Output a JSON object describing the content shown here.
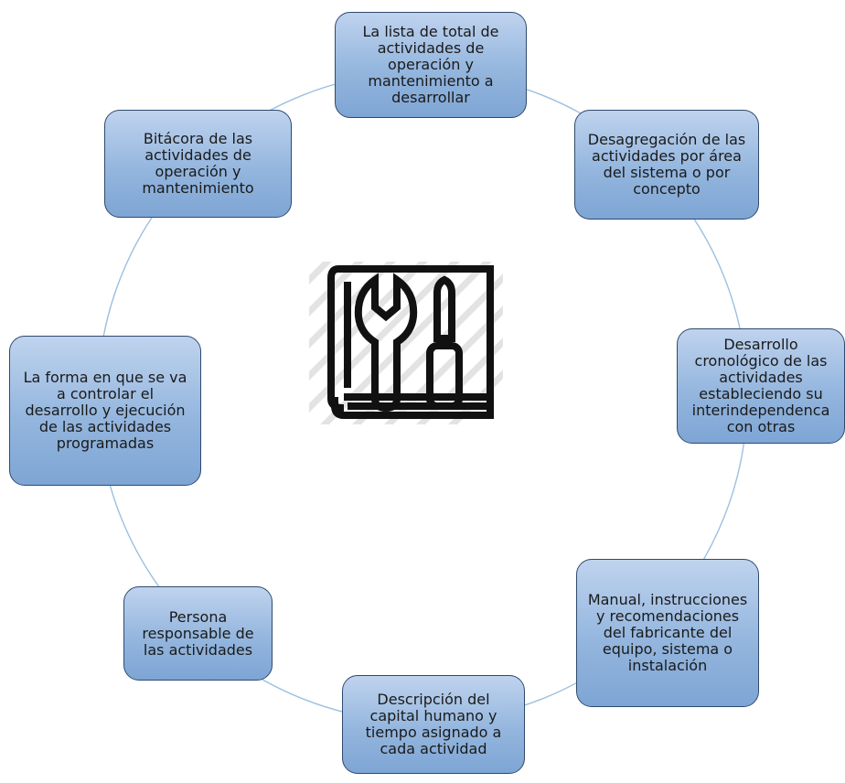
{
  "diagram": {
    "nodes": [
      {
        "id": "lista-total",
        "text": "La lista de total de actividades de operación y mantenimiento a desarrollar"
      },
      {
        "id": "desagregacion",
        "text": "Desagregación de las actividades por área del sistema o por concepto"
      },
      {
        "id": "desarrollo-cronologico",
        "text": "Desarrollo cronológico de las actividades estableciendo su interindependenca con otras"
      },
      {
        "id": "manual",
        "text": "Manual, instrucciones y recomendaciones del fabricante del equipo, sistema o instalación"
      },
      {
        "id": "descripcion-capital",
        "text": "Descripción del capital humano y tiempo asignado a cada actividad"
      },
      {
        "id": "persona-responsable",
        "text": "Persona responsable de las actividades"
      },
      {
        "id": "forma-controlar",
        "text": "La forma en que se va a controlar el desarrollo y ejecución de las actividades programadas"
      },
      {
        "id": "bitacora",
        "text": "Bitácora de las actividades de operación y mantenimiento"
      }
    ],
    "center_icon": "maintenance-manual-icon",
    "colors": {
      "node_fill": "#94b6de",
      "node_border": "#2f4a6e",
      "ring": "#9cc0e0",
      "icon": "#111111"
    }
  }
}
